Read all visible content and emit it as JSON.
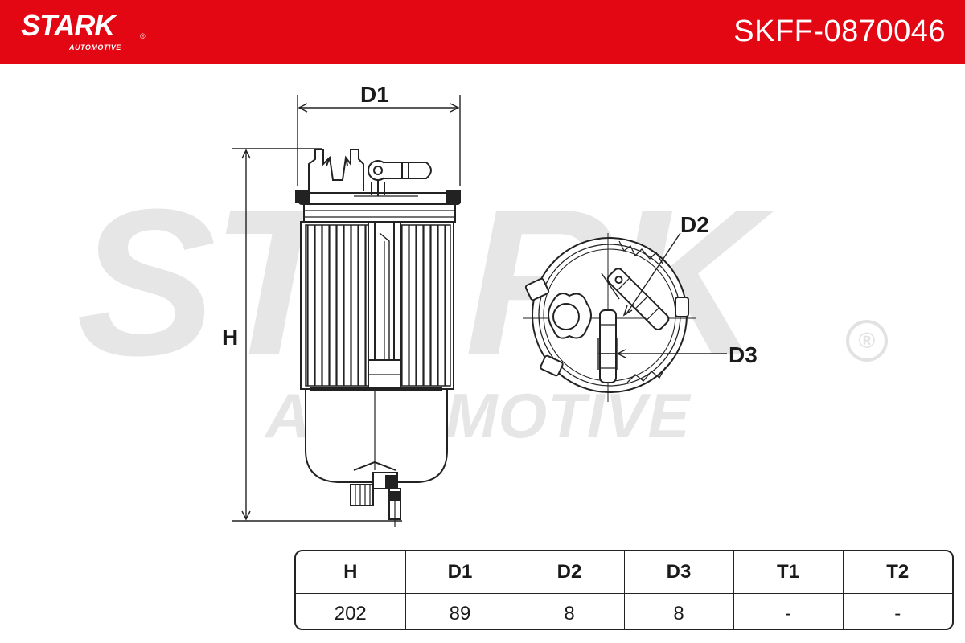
{
  "brand": {
    "logo_text": "STARK",
    "logo_sub": "AUTOMOTIVE",
    "registered": "®",
    "accent_color": "#e30613"
  },
  "header": {
    "part_number": "SKFF-0870046"
  },
  "watermark": {
    "main": "STARK",
    "sub": "AUTOMOTIVE",
    "registered": "®"
  },
  "drawing": {
    "side_view_labels": {
      "width": "D1",
      "height": "H"
    },
    "top_view_labels": {
      "d2": "D2",
      "d3": "D3"
    }
  },
  "spec_table": {
    "headers": [
      "H",
      "D1",
      "D2",
      "D3",
      "T1",
      "T2"
    ],
    "values": [
      "202",
      "89",
      "8",
      "8",
      "-",
      "-"
    ]
  }
}
